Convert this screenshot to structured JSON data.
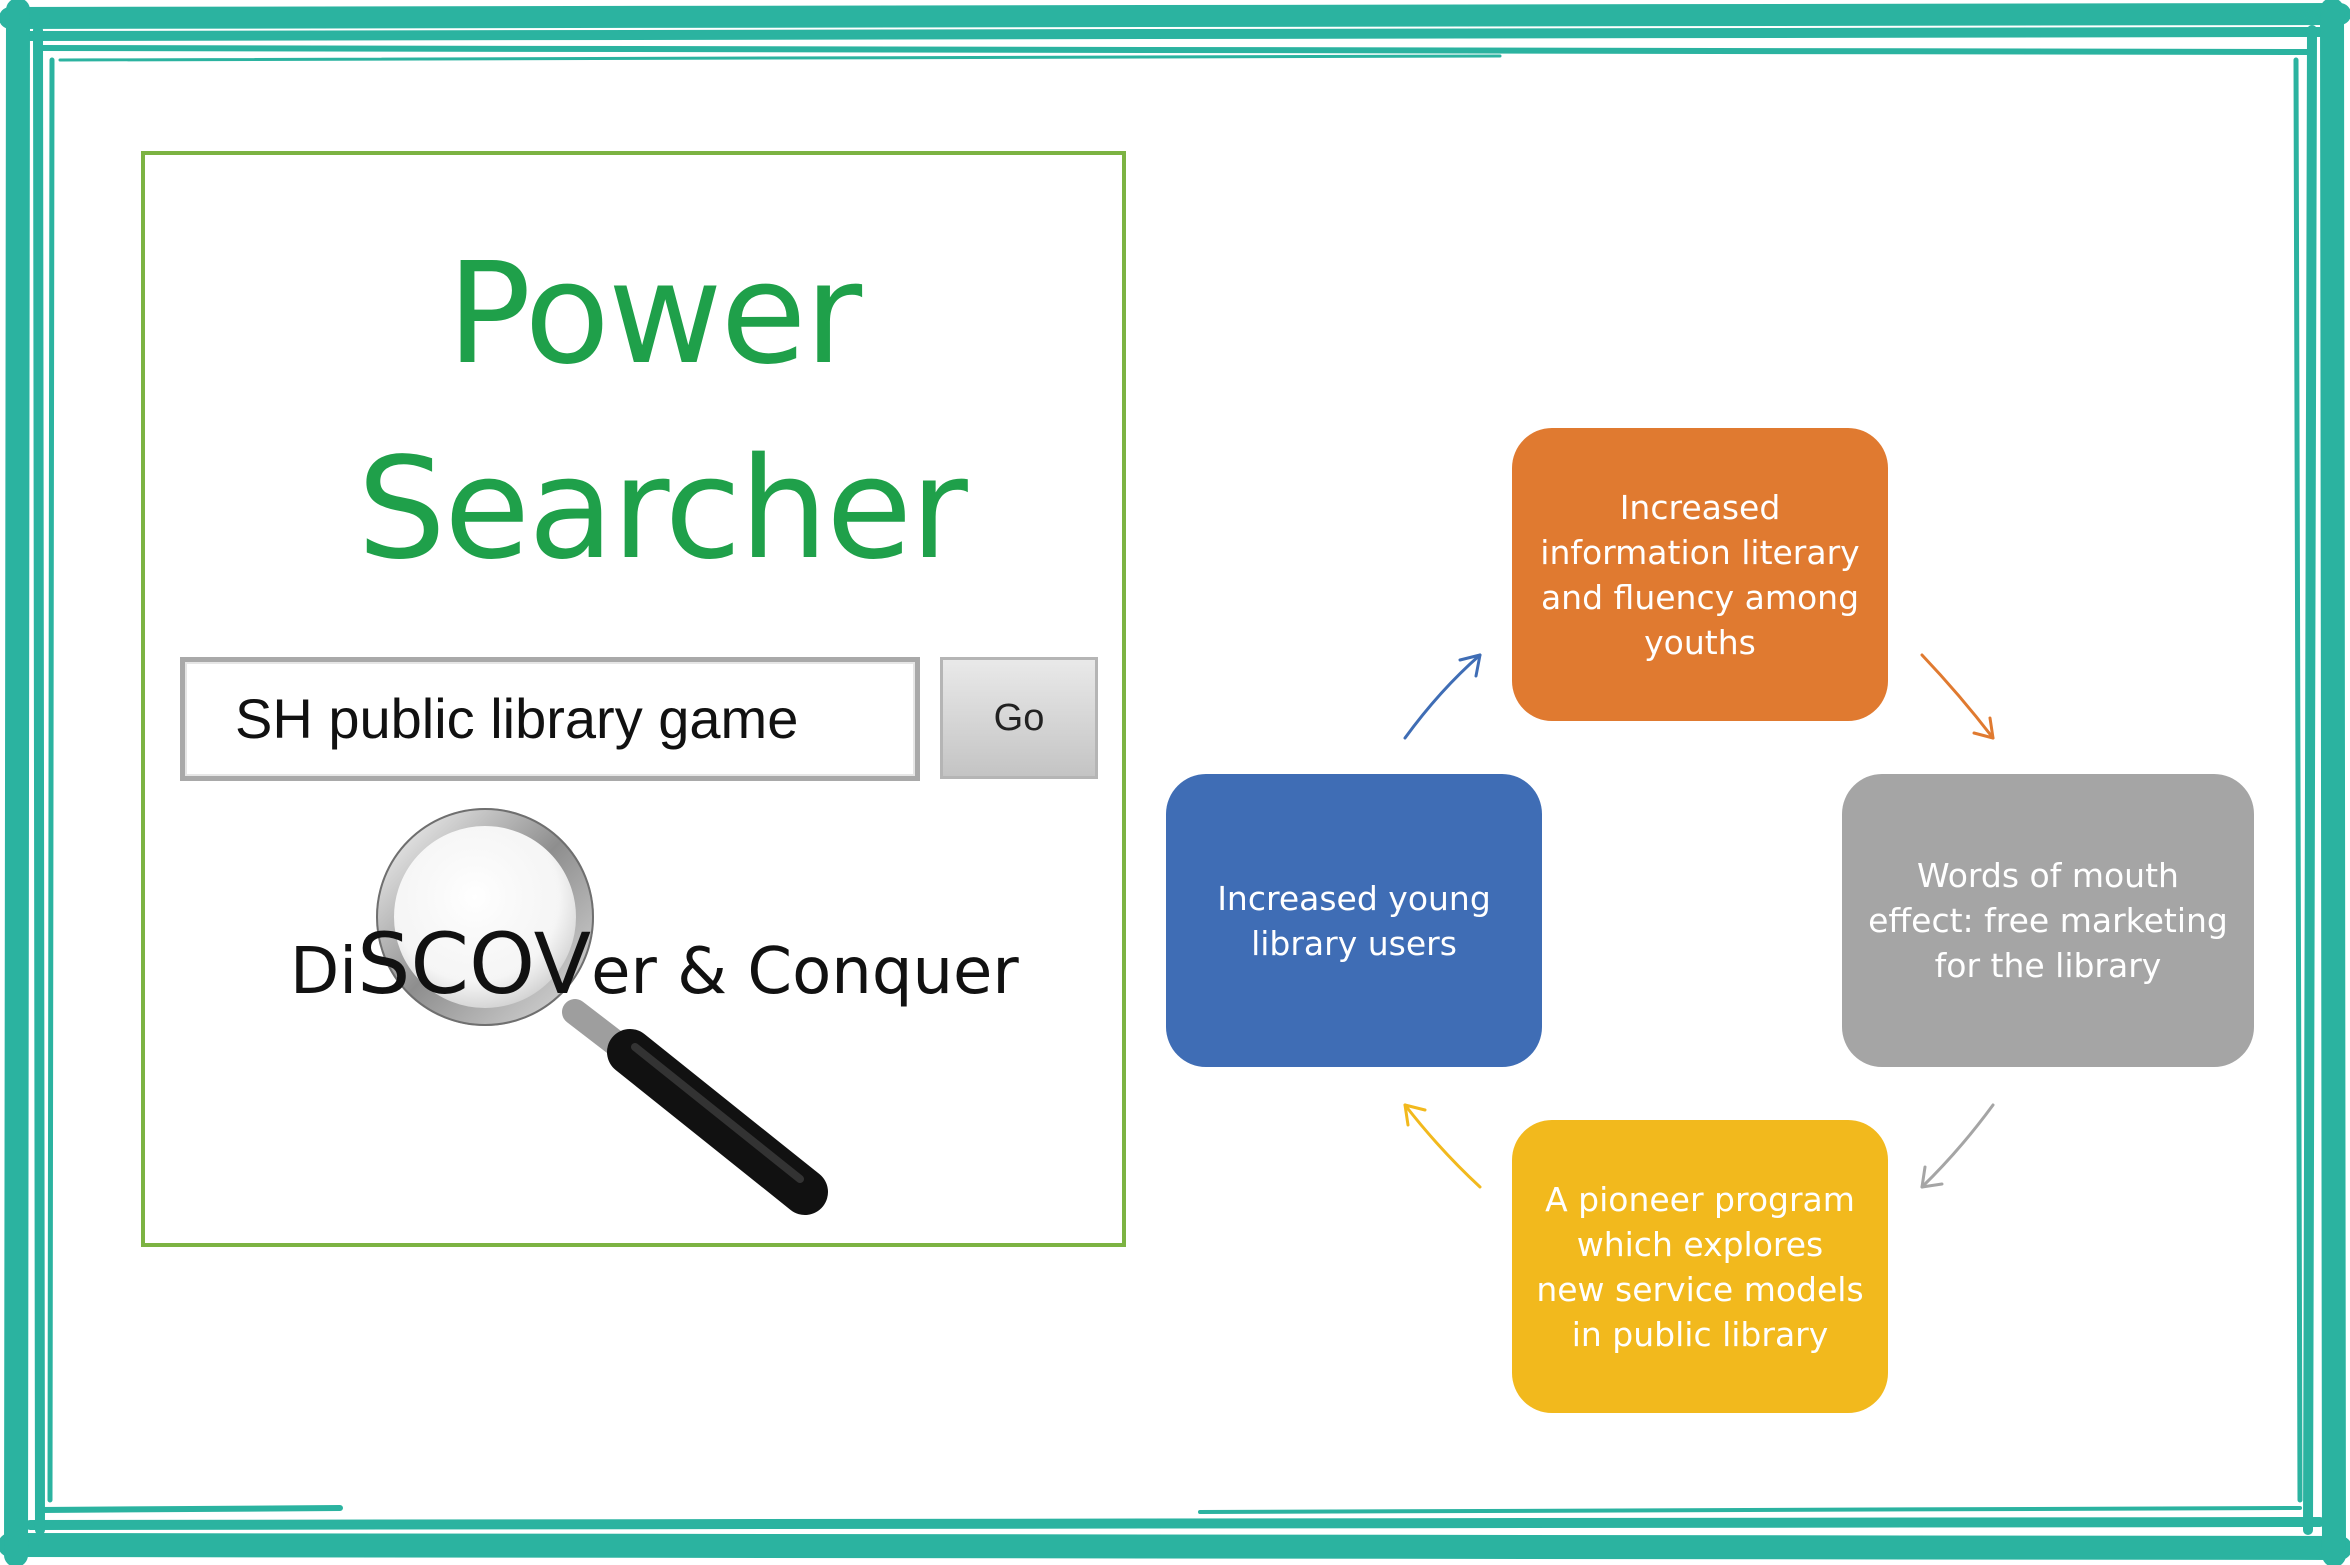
{
  "logo": {
    "title_line1": "Power",
    "title_line2": "Searcher"
  },
  "search": {
    "value": "SH public library game",
    "button_label": "Go"
  },
  "tagline": {
    "part1": "Di",
    "part2": "SCOV",
    "part3": "er  & Conquer"
  },
  "cycle": {
    "nodes": [
      {
        "label": "Increased information literary and fluency among youths",
        "lines": [
          "Increased",
          "information literary",
          "and fluency among",
          "youths"
        ],
        "color": "#e07a30"
      },
      {
        "label": "Words of  mouth effect: free marketing for the library",
        "lines": [
          "Words of  mouth",
          "effect: free marketing",
          "for the library"
        ],
        "color": "#a5a5a5"
      },
      {
        "label": "A pioneer program which explores new service models in public library",
        "lines": [
          "A pioneer program",
          "which explores",
          "new service models",
          "in public library"
        ],
        "color": "#f2b91d"
      },
      {
        "label": "Increased young library users",
        "lines": [
          "Increased young",
          "library users"
        ],
        "color": "#3f6db5"
      }
    ]
  },
  "colors": {
    "frame": "#2bb3a0",
    "panel_border": "#7cb342",
    "title_green": "#1fa04a"
  }
}
